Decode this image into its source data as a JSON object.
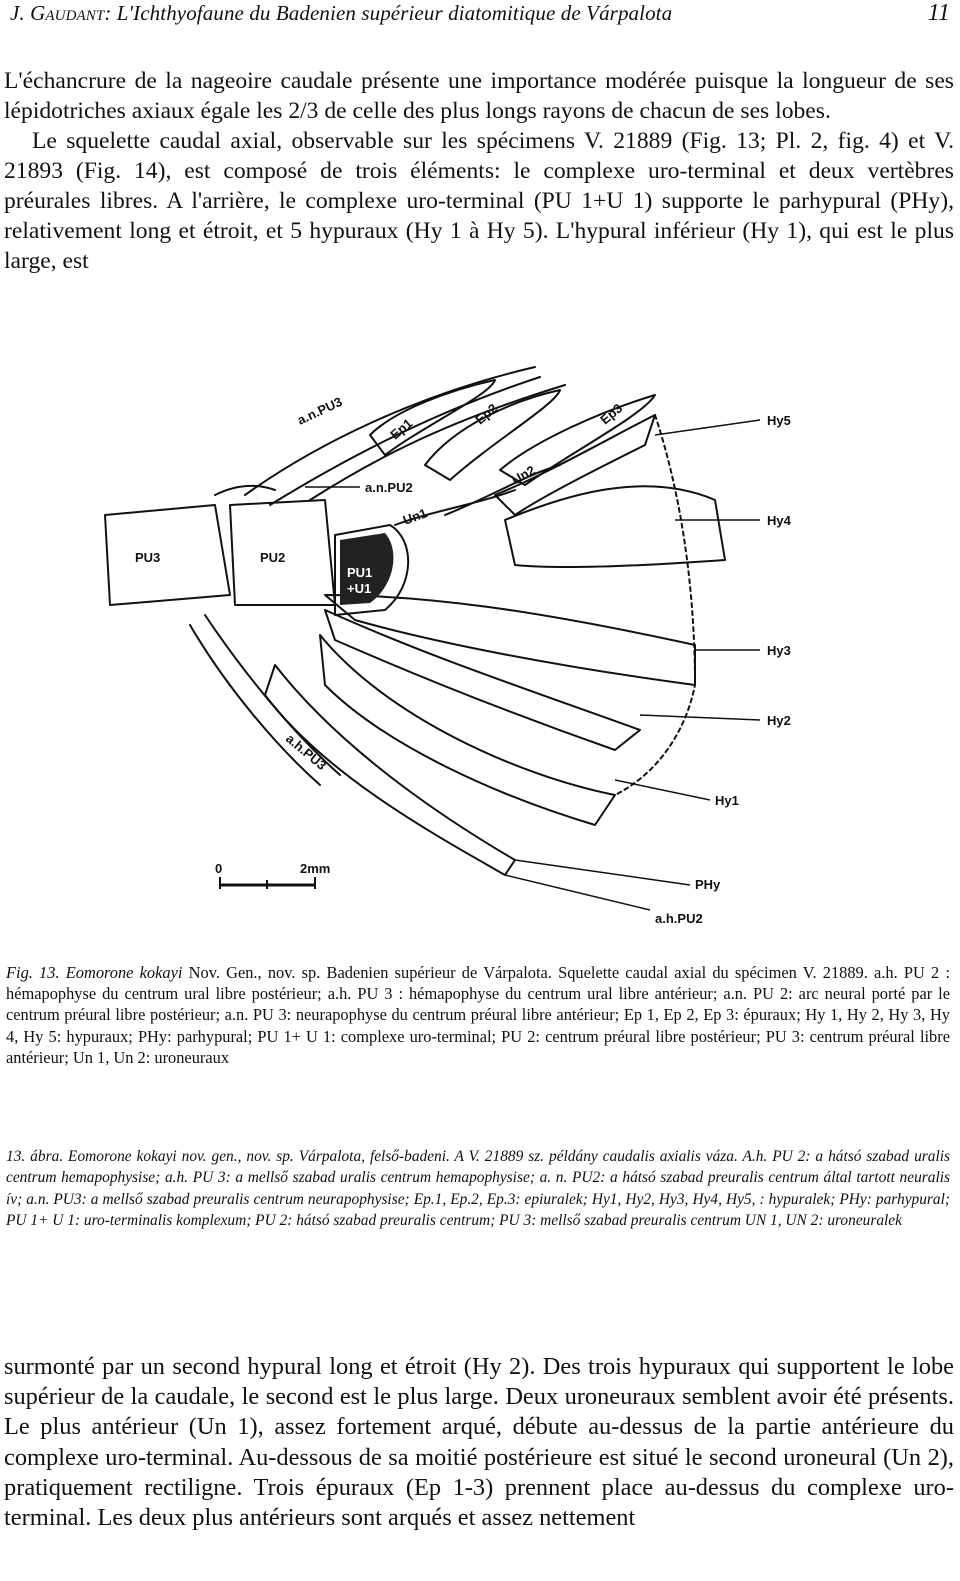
{
  "header": {
    "title_author": "J. Gaudant",
    "title_rest": ": L'Ichthyofaune du Badenien supérieur diatomitique de Várpalota",
    "page_number": "11"
  },
  "text_top": {
    "p1": "L'échancrure de la nageoire caudale présente une importance modérée puisque la longueur de ses lépidotriches axiaux égale les 2/3 de celle des plus longs rayons de chacun de ses lobes.",
    "p2": "Le squelette caudal axial, observable sur les spécimens V. 21889 (Fig. 13; Pl. 2, fig. 4) et V. 21893 (Fig. 14), est composé de trois éléments: le complexe uro-terminal et deux vertèbres préurales libres. A l'arrière, le complexe uro-terminal (PU 1+U 1) supporte le parhypural (PHy), relativement long et étroit, et 5 hypuraux (Hy 1 à Hy 5). L'hypural inférieur (Hy 1), qui est le plus large, est"
  },
  "figure": {
    "labels": {
      "anpu3": "a.n.PU3",
      "ep1": "Ep1",
      "ep2": "Ep2",
      "ep3": "Ep3",
      "hy5": "Hy5",
      "anpu2": "a.n.PU2",
      "un2": "Un2",
      "un1": "Un1",
      "hy4": "Hy4",
      "pu3": "PU3",
      "pu2": "PU2",
      "pu1_line1": "PU1",
      "pu1_line2": "+U1",
      "hy3": "Hy3",
      "hy2": "Hy2",
      "ahpu3": "a.h.PU3",
      "hy1": "Hy1",
      "scale_zero": "0",
      "scale_len": "2mm",
      "phy": "PHy",
      "ahpu2": "a.h.PU2"
    }
  },
  "caption_fr": {
    "fig": "Fig. 13.",
    "species": "Eomorone kokayi",
    "rest": "Nov. Gen., nov. sp. Badenien supérieur de Várpalota. Squelette caudal axial du spécimen V. 21889. a.h. PU 2 : hémapophyse du centrum ural libre postérieur; a.h. PU 3 : hémapophyse du centrum ural libre antérieur; a.n. PU 2: arc neural porté par le centrum préural libre postérieur; a.n. PU 3: neurapophyse du centrum préural libre antérieur; Ep 1, Ep 2, Ep 3: épuraux; Hy 1, Hy 2, Hy 3, Hy 4, Hy 5: hypuraux; PHy: parhypural; PU 1+ U 1: complexe uro-terminal; PU 2: centrum préural libre postérieur; PU 3: centrum préural libre antérieur; Un 1, Un 2: uroneuraux"
  },
  "caption_hu": "13. ábra. Eomorone kokayi nov. gen., nov. sp. Várpalota, felső-badeni. A V. 21889 sz. példány caudalis axialis váza. A.h. PU 2: a hátsó szabad uralis centrum hemapophysise; a.h. PU 3: a mellső szabad uralis centrum hemapophysise; a. n. PU2: a hátsó szabad preuralis centrum által tartott neuralis ív; a.n. PU3: a mellső szabad preuralis centrum neurapophysise; Ep.1, Ep.2, Ep.3: epiuralek; Hy1, Hy2, Hy3, Hy4, Hy5, : hypuralek; PHy: parhypural; PU 1+ U 1: uro-terminalis komplexum; PU 2: hátsó szabad preuralis centrum; PU 3: mellső szabad preuralis centrum UN 1, UN 2: uroneuralek",
  "text_bottom": "surmonté par un second hypural long et étroit (Hy 2). Des trois hypuraux qui supportent le lobe supérieur de la caudale, le second est le plus large. Deux uroneuraux semblent avoir été présents. Le plus antérieur (Un 1), assez fortement arqué, débute au-dessus de la partie antérieure du complexe uro-terminal. Au-dessous de sa moitié postérieure est situé le second uroneural (Un 2), pratiquement rectiligne. Trois épuraux (Ep 1-3) prennent place au-dessus du complexe uro-terminal. Les deux plus antérieurs sont arqués et assez nettement"
}
